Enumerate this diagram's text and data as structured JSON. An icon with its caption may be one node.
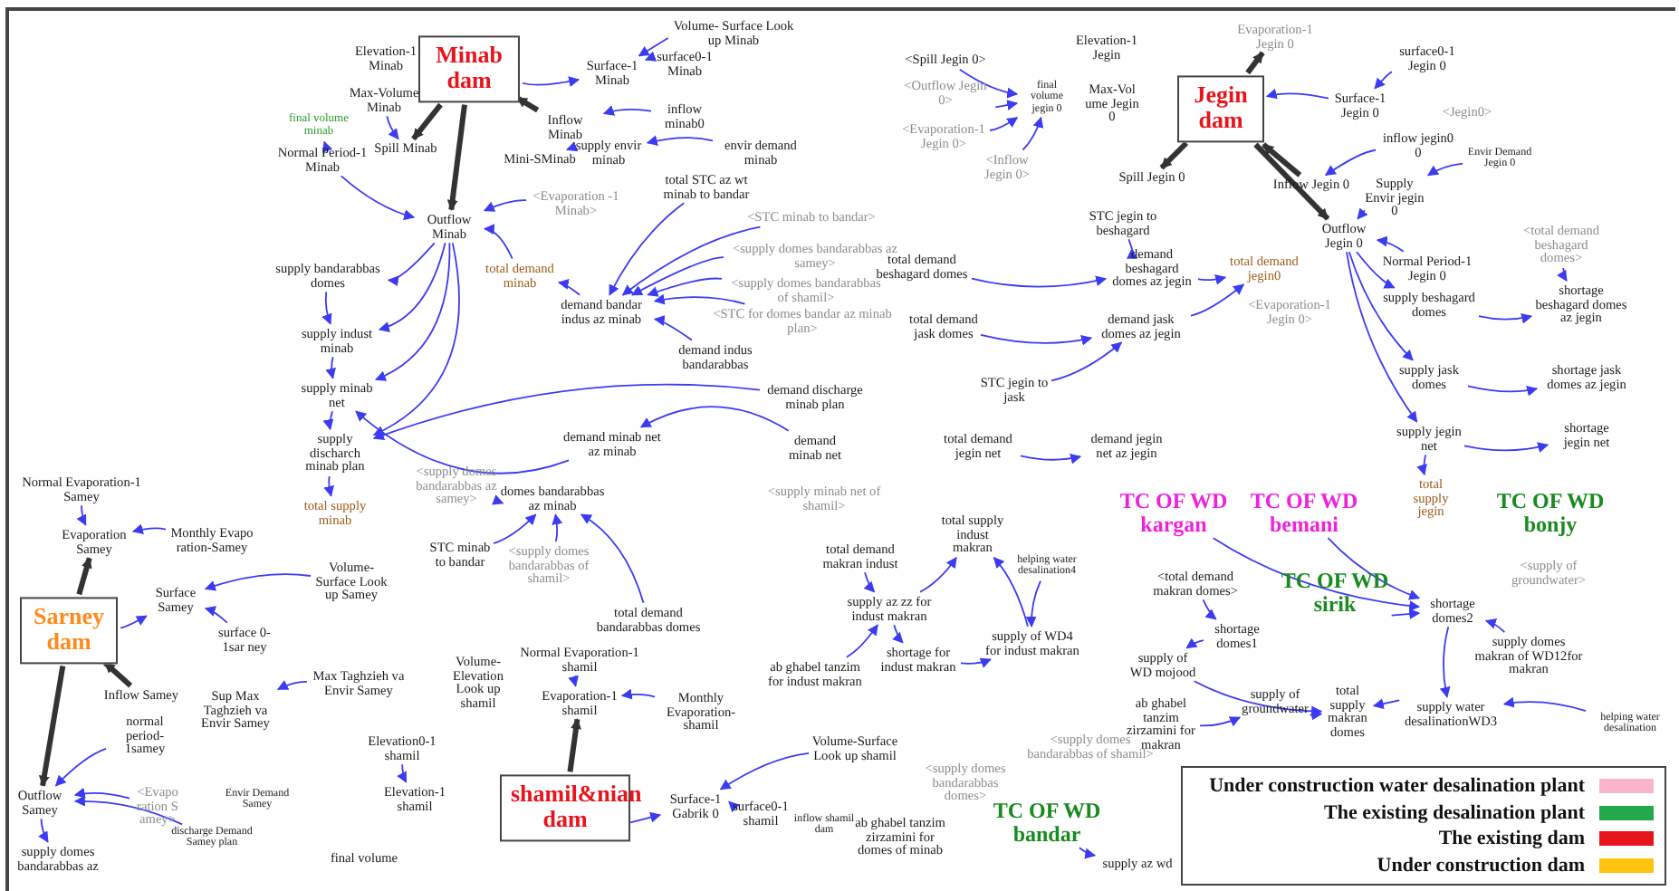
{
  "diagram": {
    "nodes": [
      {
        "text": [
          "Minab dam"
        ]
      },
      {
        "text": [
          "Elevation-1 Minab"
        ]
      },
      {
        "text": [
          "Max-Volume Minab"
        ]
      },
      {
        "text": [
          "final volume minab"
        ]
      },
      {
        "text": [
          "Normal Period-1 Minab"
        ]
      },
      {
        "text": [
          "Spill Minab"
        ]
      },
      {
        "text": [
          "Inflow Minab"
        ]
      },
      {
        "text": [
          "Mini-SMinab"
        ]
      },
      {
        "text": [
          "Outflow Minab"
        ]
      },
      {
        "text": [
          "<Evaporation -1 Minab>"
        ]
      },
      {
        "text": [
          "Surface-1 Minab"
        ]
      },
      {
        "text": [
          "surface0-1 Minab"
        ]
      },
      {
        "text": [
          "Volume- Surface Look up Minab"
        ]
      },
      {
        "text": [
          "inflow minab0"
        ]
      },
      {
        "text": [
          "supply envir minab"
        ]
      },
      {
        "text": [
          "envir demand minab"
        ]
      },
      {
        "text": [
          "total STC az wt minab to bandar"
        ]
      },
      {
        "text": [
          "<STC minab to bandar>"
        ]
      },
      {
        "text": [
          "<supply domes bandarabbas az samey>"
        ]
      },
      {
        "text": [
          "<supply domes bandarabbas of shamil>"
        ]
      },
      {
        "text": [
          "<STC for domes bandar az minab plan>"
        ]
      },
      {
        "text": [
          "demand bandar indus az minab"
        ]
      },
      {
        "text": [
          "demand indus bandarabbas"
        ]
      },
      {
        "text": [
          "demand discharge minab plan"
        ]
      },
      {
        "text": [
          "total demand minab"
        ]
      },
      {
        "text": [
          "supply bandarabbas domes"
        ]
      },
      {
        "text": [
          "supply indust minab"
        ]
      },
      {
        "text": [
          "supply minab net"
        ]
      },
      {
        "text": [
          "supply discharch minab plan"
        ]
      },
      {
        "text": [
          "total supply minab"
        ]
      },
      {
        "text": [
          "demand minab net az minab"
        ]
      },
      {
        "text": [
          "demand minab net"
        ]
      },
      {
        "text": [
          "domes bandarabbas az minab"
        ]
      },
      {
        "text": [
          "<supply domes bandarabbas az samey>"
        ]
      },
      {
        "text": [
          "STC minab to bandar"
        ]
      },
      {
        "text": [
          "<supply domes bandarabbas of shamil>"
        ]
      },
      {
        "text": [
          "<supply minab net of shamil>"
        ]
      },
      {
        "text": [
          "Sarney dam"
        ]
      },
      {
        "text": [
          "Normal Evaporation-1 Samey"
        ]
      },
      {
        "text": [
          "Evaporation Samey"
        ]
      },
      {
        "text": [
          "Monthly Evapo ration-Samey"
        ]
      },
      {
        "text": [
          "Surface Samey"
        ]
      },
      {
        "text": [
          "Volume- Surface Look up Samey"
        ]
      },
      {
        "text": [
          "surface 0-1sar ney"
        ]
      },
      {
        "text": [
          "Inflow Samey"
        ]
      },
      {
        "text": [
          "Max Taghzieh va Envir Samey"
        ]
      },
      {
        "text": [
          "Sup Max Taghzieh va Envir Samey"
        ]
      },
      {
        "text": [
          "normal period-1samey"
        ]
      },
      {
        "text": [
          "Outflow Samey"
        ]
      },
      {
        "text": [
          "<Evapo ration S amey>"
        ]
      },
      {
        "text": [
          "Envir Demand Samey"
        ]
      },
      {
        "text": [
          "discharge Demand Samey plan"
        ]
      },
      {
        "text": [
          "supply domes bandarabbas az"
        ]
      },
      {
        "text": [
          "shamil&nian dam"
        ]
      },
      {
        "text": [
          "Normal Evaporation-1 shamil"
        ]
      },
      {
        "text": [
          "Evaporation-1 shamil"
        ]
      },
      {
        "text": [
          "Monthly Evaporation-shamil"
        ]
      },
      {
        "text": [
          "Elevation0-1 shamil"
        ]
      },
      {
        "text": [
          "Elevation-1 shamil"
        ]
      },
      {
        "text": [
          "Volume-Elevation Look up shamil"
        ]
      },
      {
        "text": [
          "Surface-1 Gabrik 0"
        ]
      },
      {
        "text": [
          "surface0-1 shamil"
        ]
      },
      {
        "text": [
          "Volume-Surface Look up shamil"
        ]
      },
      {
        "text": [
          "inflow shamil dam"
        ]
      },
      {
        "text": [
          "final volume"
        ]
      },
      {
        "text": [
          "total demand makran indust"
        ]
      },
      {
        "text": [
          "total supply indust makran"
        ]
      },
      {
        "text": [
          "supply az zz for indust makran"
        ]
      },
      {
        "text": [
          "shortage for indust makran"
        ]
      },
      {
        "text": [
          "ab ghabel tanzim for indust makran"
        ]
      },
      {
        "text": [
          "supply of WD4 for indust makran"
        ]
      },
      {
        "text": [
          "helping water desalination4"
        ]
      },
      {
        "text": [
          "total demand bandarabbas domes"
        ]
      },
      {
        "text": [
          "<supply domes bandarabbas domes>"
        ]
      },
      {
        "text": [
          "<supply domes bandarabbas of shamil>"
        ]
      },
      {
        "text": [
          "ab ghabel tanzim zirzamini for domes of minab"
        ]
      },
      {
        "text": [
          "TC OF WD bandar"
        ]
      },
      {
        "text": [
          "supply az wd"
        ]
      },
      {
        "text": [
          "Jegin dam"
        ]
      },
      {
        "text": [
          "Elevation-1 Jegin"
        ]
      },
      {
        "text": [
          "Max-Vol ume Jegin 0"
        ]
      },
      {
        "text": [
          "final volume jegin 0"
        ]
      },
      {
        "text": [
          "<Spill Jegin 0>"
        ]
      },
      {
        "text": [
          "<Outflow Jegin 0>"
        ]
      },
      {
        "text": [
          "<Evaporation-1 Jegin 0>"
        ]
      },
      {
        "text": [
          "<Inflow Jegin 0>"
        ]
      },
      {
        "text": [
          "Evaporation-1 Jegin 0"
        ]
      },
      {
        "text": [
          "Surface-1 Jegin 0"
        ]
      },
      {
        "text": [
          "surface0-1 Jegin 0"
        ]
      },
      {
        "text": [
          "<Jegin0>"
        ]
      },
      {
        "text": [
          "Spill Jegin 0"
        ]
      },
      {
        "text": [
          "Inflow Jegin 0"
        ]
      },
      {
        "text": [
          "inflow jegin0 0"
        ]
      },
      {
        "text": [
          "Envir Demand Jegin 0"
        ]
      },
      {
        "text": [
          "Supply Envir jegin 0"
        ]
      },
      {
        "text": [
          "Outflow Jegin 0"
        ]
      },
      {
        "text": [
          "Normal Period-1 Jegin 0"
        ]
      },
      {
        "text": [
          "total demand jegin0"
        ]
      },
      {
        "text": [
          "<Evaporation-1 Jegin 0>"
        ]
      },
      {
        "text": [
          "STC jegin to beshagard"
        ]
      },
      {
        "text": [
          "total demand beshagard domes"
        ]
      },
      {
        "text": [
          "demand beshagard domes az jegin"
        ]
      },
      {
        "text": [
          "total demand jask domes"
        ]
      },
      {
        "text": [
          "demand jask domes az jegin"
        ]
      },
      {
        "text": [
          "STC jegin to jask"
        ]
      },
      {
        "text": [
          "total demand jegin net"
        ]
      },
      {
        "text": [
          "demand jegin net az jegin"
        ]
      },
      {
        "text": [
          "supply beshagard domes"
        ]
      },
      {
        "text": [
          "shortage beshagard domes az jegin"
        ]
      },
      {
        "text": [
          "<total demand beshagard domes>"
        ]
      },
      {
        "text": [
          "supply jask domes"
        ]
      },
      {
        "text": [
          "shortage jask domes az jegin"
        ]
      },
      {
        "text": [
          "supply jegin net"
        ]
      },
      {
        "text": [
          "shortage jegin net"
        ]
      },
      {
        "text": [
          "total supply jegin"
        ]
      },
      {
        "text": [
          "TC OF WD kargan"
        ]
      },
      {
        "text": [
          "TC OF WD bemani"
        ]
      },
      {
        "text": [
          "TC OF WD bonjy"
        ]
      },
      {
        "text": [
          "TC OF WD sirik"
        ]
      },
      {
        "text": [
          "<supply of groundwater>"
        ]
      },
      {
        "text": [
          "<total demand makran domes>"
        ]
      },
      {
        "text": [
          "shortage domes1"
        ]
      },
      {
        "text": [
          "shortage domes2"
        ]
      },
      {
        "text": [
          "supply of WD mojood"
        ]
      },
      {
        "text": [
          "supply domes makran of WD12for makran"
        ]
      },
      {
        "text": [
          "ab ghabel tanzim zirzamini for makran"
        ]
      },
      {
        "text": [
          "supply of groundwater"
        ]
      },
      {
        "text": [
          "total supply makran domes"
        ]
      },
      {
        "text": [
          "supply water desalinationWD3"
        ]
      },
      {
        "text": [
          "helping water desalination"
        ]
      }
    ],
    "edges": [
      {
        "from": 13,
        "to": 6,
        "arrow": "to"
      },
      {
        "from": 15,
        "to": 14,
        "arrow": "to"
      },
      {
        "from": 14,
        "to": 7,
        "arrow": "to"
      },
      {
        "from": 6,
        "to": 0,
        "arrow": "to",
        "style": "thick",
        "color": "#333333"
      },
      {
        "from": 0,
        "to": 5,
        "arrow": "to",
        "style": "thick",
        "color": "#333333"
      },
      {
        "from": 0,
        "to": 8,
        "arrow": "to",
        "style": "thick",
        "color": "#333333"
      },
      {
        "from": 4,
        "to": 3,
        "arrow": "to"
      },
      {
        "from": 2,
        "to": 5,
        "arrow": "to"
      },
      {
        "from": 4,
        "to": 8,
        "arrow": "to"
      },
      {
        "from": 9,
        "to": 8,
        "arrow": "to"
      },
      {
        "from": 0,
        "to": 10,
        "arrow": "to"
      },
      {
        "from": 11,
        "to": 10,
        "arrow": "to"
      },
      {
        "from": 12,
        "to": 10,
        "arrow": "to"
      },
      {
        "from": 8,
        "to": 25,
        "arrow": "to"
      },
      {
        "from": 8,
        "to": 26,
        "arrow": "to"
      },
      {
        "from": 8,
        "to": 27,
        "arrow": "to"
      },
      {
        "from": 8,
        "to": 28,
        "arrow": "to"
      },
      {
        "from": 24,
        "to": 8,
        "arrow": "to"
      },
      {
        "from": 25,
        "to": 26,
        "arrow": "to"
      },
      {
        "from": 26,
        "to": 27,
        "arrow": "to"
      },
      {
        "from": 27,
        "to": 28,
        "arrow": "to"
      },
      {
        "from": 28,
        "to": 29,
        "arrow": "to"
      },
      {
        "from": 21,
        "to": 24,
        "arrow": "to"
      },
      {
        "from": 16,
        "to": 21,
        "arrow": "to"
      },
      {
        "from": 17,
        "to": 21,
        "arrow": "to"
      },
      {
        "from": 18,
        "to": 21,
        "arrow": "to"
      },
      {
        "from": 19,
        "to": 21,
        "arrow": "to"
      },
      {
        "from": 20,
        "to": 21,
        "arrow": "to"
      },
      {
        "from": 22,
        "to": 21,
        "arrow": "to"
      },
      {
        "from": 23,
        "to": 28,
        "arrow": "to"
      },
      {
        "from": 31,
        "to": 30,
        "arrow": "to"
      },
      {
        "from": 30,
        "to": 27,
        "arrow": "to"
      },
      {
        "from": 33,
        "to": 32,
        "arrow": "to"
      },
      {
        "from": 35,
        "to": 32,
        "arrow": "to"
      },
      {
        "from": 34,
        "to": 32,
        "arrow": "to"
      },
      {
        "from": 38,
        "to": 39,
        "arrow": "to"
      },
      {
        "from": 40,
        "to": 39,
        "arrow": "to"
      },
      {
        "from": 37,
        "to": 39,
        "arrow": "to",
        "style": "thick",
        "color": "#333333"
      },
      {
        "from": 42,
        "to": 41,
        "arrow": "to"
      },
      {
        "from": 43,
        "to": 41,
        "arrow": "to"
      },
      {
        "from": 37,
        "to": 41,
        "arrow": "to"
      },
      {
        "from": 44,
        "to": 37,
        "arrow": "to",
        "style": "thick",
        "color": "#333333"
      },
      {
        "from": 37,
        "to": 48,
        "arrow": "to",
        "style": "thick",
        "color": "#333333"
      },
      {
        "from": 45,
        "to": 46,
        "arrow": "to"
      },
      {
        "from": 47,
        "to": 48,
        "arrow": "to"
      },
      {
        "from": 49,
        "to": 48,
        "arrow": "to"
      },
      {
        "from": 51,
        "to": 48,
        "arrow": "to"
      },
      {
        "from": 48,
        "to": 52,
        "arrow": "to"
      },
      {
        "from": 54,
        "to": 55,
        "arrow": "to"
      },
      {
        "from": 56,
        "to": 55,
        "arrow": "to"
      },
      {
        "from": 53,
        "to": 55,
        "arrow": "to",
        "style": "thick",
        "color": "#333333"
      },
      {
        "from": 57,
        "to": 58,
        "arrow": "to"
      },
      {
        "from": 62,
        "to": 60,
        "arrow": "to"
      },
      {
        "from": 61,
        "to": 60,
        "arrow": "to"
      },
      {
        "from": 53,
        "to": 60,
        "arrow": "to"
      },
      {
        "from": 72,
        "to": 32,
        "arrow": "to"
      },
      {
        "from": 65,
        "to": 67,
        "arrow": "to"
      },
      {
        "from": 67,
        "to": 66,
        "arrow": "to"
      },
      {
        "from": 70,
        "to": 66,
        "arrow": "to"
      },
      {
        "from": 71,
        "to": 70,
        "arrow": "to"
      },
      {
        "from": 69,
        "to": 67,
        "arrow": "to"
      },
      {
        "from": 67,
        "to": 68,
        "arrow": "to"
      },
      {
        "from": 68,
        "to": 70,
        "arrow": "to"
      },
      {
        "from": 76,
        "to": 77,
        "arrow": "to"
      },
      {
        "from": 82,
        "to": 81,
        "arrow": "to"
      },
      {
        "from": 83,
        "to": 81,
        "arrow": "to"
      },
      {
        "from": 84,
        "to": 81,
        "arrow": "to"
      },
      {
        "from": 85,
        "to": 81,
        "arrow": "to"
      },
      {
        "from": 78,
        "to": 86,
        "arrow": "to",
        "style": "thick",
        "color": "#333333"
      },
      {
        "from": 78,
        "to": 90,
        "arrow": "to",
        "style": "thick",
        "color": "#333333"
      },
      {
        "from": 91,
        "to": 78,
        "arrow": "to",
        "style": "thick",
        "color": "#333333"
      },
      {
        "from": 78,
        "to": 95,
        "arrow": "to",
        "style": "thick",
        "color": "#333333"
      },
      {
        "from": 87,
        "to": 78,
        "arrow": "to"
      },
      {
        "from": 88,
        "to": 87,
        "arrow": "to"
      },
      {
        "from": 92,
        "to": 91,
        "arrow": "to"
      },
      {
        "from": 93,
        "to": 94,
        "arrow": "to"
      },
      {
        "from": 94,
        "to": 95,
        "arrow": "to"
      },
      {
        "from": 96,
        "to": 95,
        "arrow": "to"
      },
      {
        "from": 99,
        "to": 101,
        "arrow": "to"
      },
      {
        "from": 100,
        "to": 101,
        "arrow": "to"
      },
      {
        "from": 102,
        "to": 103,
        "arrow": "to"
      },
      {
        "from": 104,
        "to": 103,
        "arrow": "to"
      },
      {
        "from": 105,
        "to": 106,
        "arrow": "to"
      },
      {
        "from": 101,
        "to": 97,
        "arrow": "to"
      },
      {
        "from": 103,
        "to": 97,
        "arrow": "to"
      },
      {
        "from": 95,
        "to": 107,
        "arrow": "to"
      },
      {
        "from": 95,
        "to": 110,
        "arrow": "to"
      },
      {
        "from": 95,
        "to": 112,
        "arrow": "to"
      },
      {
        "from": 107,
        "to": 108,
        "arrow": "to"
      },
      {
        "from": 109,
        "to": 108,
        "arrow": "to"
      },
      {
        "from": 110,
        "to": 111,
        "arrow": "to"
      },
      {
        "from": 112,
        "to": 113,
        "arrow": "to"
      },
      {
        "from": 112,
        "to": 114,
        "arrow": "to"
      },
      {
        "from": 115,
        "to": 122,
        "arrow": "to"
      },
      {
        "from": 116,
        "to": 122,
        "arrow": "to"
      },
      {
        "from": 118,
        "to": 122,
        "arrow": "to"
      },
      {
        "from": 120,
        "to": 121,
        "arrow": "to"
      },
      {
        "from": 121,
        "to": 123,
        "arrow": "to"
      },
      {
        "from": 123,
        "to": 127,
        "arrow": "to"
      },
      {
        "from": 126,
        "to": 127,
        "arrow": "to"
      },
      {
        "from": 125,
        "to": 126,
        "arrow": "to"
      },
      {
        "from": 122,
        "to": 128,
        "arrow": "to"
      },
      {
        "from": 124,
        "to": 122,
        "arrow": "to"
      },
      {
        "from": 128,
        "to": 127,
        "arrow": "to"
      },
      {
        "from": 129,
        "to": 128,
        "arrow": "to"
      }
    ],
    "legend": [
      {
        "text": "Under construction water desalination plant",
        "color": "#f8b4cc"
      },
      {
        "text": "The existing desalination plant",
        "color": "#21a94a"
      },
      {
        "text": "The existing dam",
        "color": "#e8141b"
      },
      {
        "text": "Under construction dam",
        "color": "#ffc20e"
      }
    ]
  }
}
